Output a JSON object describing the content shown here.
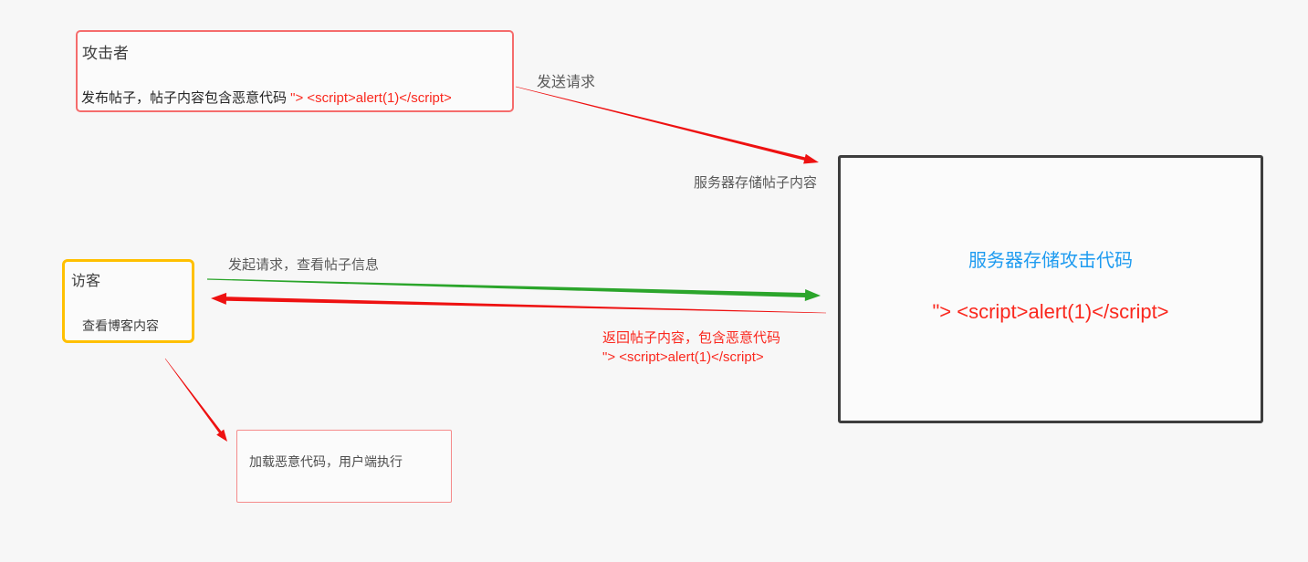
{
  "diagram": {
    "attacker_box": {
      "title": "攻击者",
      "desc_plain": "发布帖子，帖子内容包含恶意代码 ",
      "desc_code": "\"> <script>alert(1)</script>"
    },
    "server_box": {
      "title": "服务器存储攻击代码",
      "code": "\"> <script>alert(1)</script>"
    },
    "visitor_box": {
      "title": "访客",
      "desc": "查看博客内容"
    },
    "load_box": {
      "text": "加载恶意代码，用户端执行"
    },
    "labels": {
      "send_request": "发送请求",
      "server_store_post": "服务器存储帖子内容",
      "visitor_request": "发起请求，查看帖子信息",
      "return_line1": "返回帖子内容，包含恶意代码",
      "return_line2": "\"> <script>alert(1)</script>"
    }
  },
  "colors": {
    "arrow_red": "#ee1111",
    "arrow_green": "#2ba52b",
    "code_red": "#fa281e",
    "title_blue": "#1e9bf0",
    "attacker_border": "#f56c6c",
    "visitor_border": "#ffc000",
    "server_border": "#3d3d3d",
    "load_border": "#f58a8a"
  }
}
